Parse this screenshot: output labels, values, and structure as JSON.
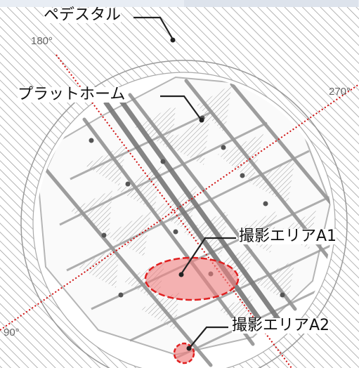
{
  "labels": {
    "pedestal": "ペデスタル",
    "platform": "プラットホーム",
    "area_a1": "撮影エリアA1",
    "area_a2": "撮影エリアA2"
  },
  "angles": {
    "a180": "180°",
    "a270": "270°",
    "a90": "90°"
  },
  "colors": {
    "hatch": "#8a8a8a",
    "axis_line": "#d01010",
    "area_fill": "#f08080",
    "area_stroke": "#e02020",
    "leader": "#222222"
  }
}
